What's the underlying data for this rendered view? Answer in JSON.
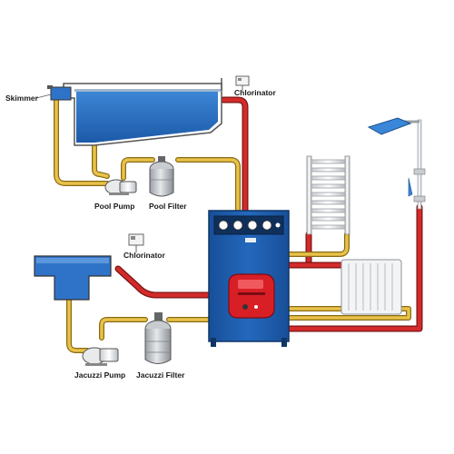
{
  "labels": {
    "skimmer": "Skimmer",
    "chlorinator_top": "Chlorinator",
    "pool_pump": "Pool Pump",
    "pool_filter": "Pool Filter",
    "chlorinator_jacuzzi": "Chlorinator",
    "jacuzzi_pump": "Jacuzzi Pump",
    "jacuzzi_filter": "Jacuzzi Filter"
  },
  "colors": {
    "hot_pipe": "#d42a2a",
    "cold_pipe": "#e8c24a",
    "water": "#2f73c8",
    "boiler_body": "#1f5fb0",
    "burner": "#d81f26"
  }
}
